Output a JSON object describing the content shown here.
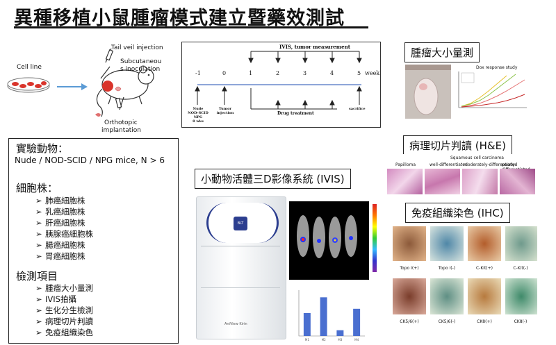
{
  "title": "異種移植小鼠腫瘤模式建立暨藥效測試",
  "schematic": {
    "cell_line": "Cell line",
    "tail_vein": "Tail veil injection",
    "subcutaneous_1": "Subcutaneou",
    "subcutaneous_2": "s inoculation",
    "orthotopic_1": "Orthotopic",
    "orthotopic_2": "implantation"
  },
  "timeline": {
    "top_label": "IVIS, tumor measurement",
    "ticks": [
      "-1",
      "0",
      "1",
      "2",
      "3",
      "4",
      "5"
    ],
    "unit": "week",
    "nude_1": "Nude",
    "nude_2": "NOD-SCID",
    "nude_3": "NPG",
    "nude_4": "8 wks",
    "tumor_1": "Tumor",
    "tumor_2": "injection",
    "drug": "Drug treatment",
    "sacrifice": "sacrifice"
  },
  "left_panel": {
    "animals_heading": "實驗動物：",
    "animals_text": "Nude / NOD-SCID / NPG mice, N > 6",
    "cells_heading": "細胞株：",
    "cells": [
      "肺癌細胞株",
      "乳癌細胞株",
      "肝癌細胞株",
      "胰腺癌細胞株",
      "腸癌細胞株",
      "胃癌細胞株"
    ],
    "tests_heading": "檢測項目",
    "tests": [
      "腫瘤大小量測",
      "IVIS拍攝",
      "生化分生檢測",
      "病理切片判讀",
      "免疫組織染色"
    ],
    "bullet": "➢"
  },
  "labels": {
    "tumor_size": "腫瘤大小量測",
    "ivis": "小動物活體三D影像系統 (IVIS)",
    "he": "病理切片判讀 (H&E)",
    "ihc": "免疫組織染色 (IHC)"
  },
  "instrument": {
    "badge": "BLT",
    "brand": "AniView Kirin"
  },
  "tumor_chart": {
    "title": "Dox response study"
  },
  "he_panel": {
    "header": "Squamous cell carcinoma",
    "cols": [
      "Papilloma",
      "well-differentiated",
      "moderately-differentiated",
      "poorly-differentiated"
    ]
  },
  "ihc_panel": {
    "labels": [
      "Topo I(+)",
      "Topo I(-)",
      "C-Kit(+)",
      "C-Kit(-)",
      "CK5/6(+)",
      "CK5/6(-)",
      "CK8(+)",
      "CK8(-)"
    ]
  },
  "chart_data": {
    "type": "bar",
    "categories": [
      "M1",
      "M2",
      "M3",
      "M4"
    ],
    "values": [
      1.6,
      2.7,
      0.4,
      1.9
    ],
    "ylim": [
      0,
      3.2
    ],
    "color": "#4a6fd0"
  }
}
